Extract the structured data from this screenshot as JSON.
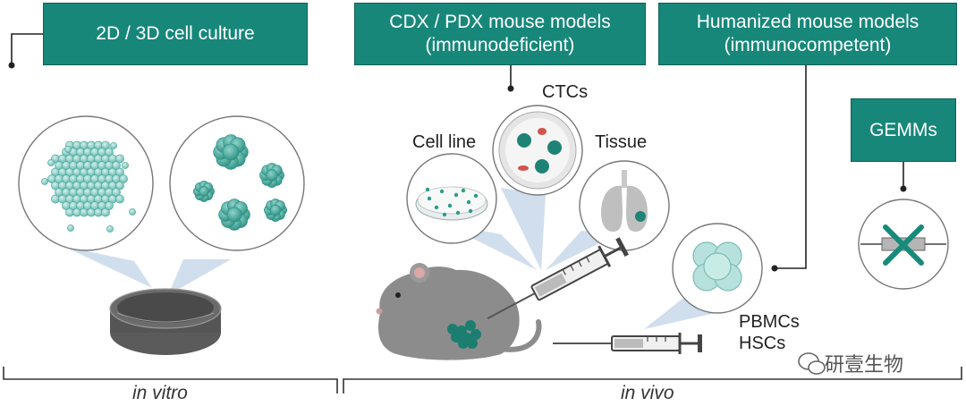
{
  "boxes": {
    "cell_culture": "2D / 3D cell culture",
    "cdx_pdx": "CDX / PDX mouse models\n(immunodeficient)",
    "humanized": "Humanized mouse models\n(immunocompetent)",
    "gemms": "GEMMs"
  },
  "labels": {
    "ctcs": "CTCs",
    "cell_line": "Cell line",
    "tissue": "Tissue",
    "pbmcs_hscs": "PBMCs\nHSCs"
  },
  "axis": {
    "in_vitro": "in vitro",
    "in_vivo": "in vivo"
  },
  "watermark": "研壹生物",
  "icons": [
    "cell-cluster-2d-icon",
    "spheroid-3d-icon",
    "petri-dish-icon",
    "ctc-dish-icon",
    "cell-line-dish-icon",
    "lung-tissue-icon",
    "mouse-icon",
    "syringe-icon",
    "pbmc-cells-icon",
    "gene-knockout-icon",
    "wechat-icon"
  ],
  "colors": {
    "box_fill": "#17877a",
    "cell_teal": "#63b9b0",
    "dark_teal": "#1f7f74",
    "beam": "#c5d7ea",
    "mouse_gray": "#8c8c8c"
  }
}
